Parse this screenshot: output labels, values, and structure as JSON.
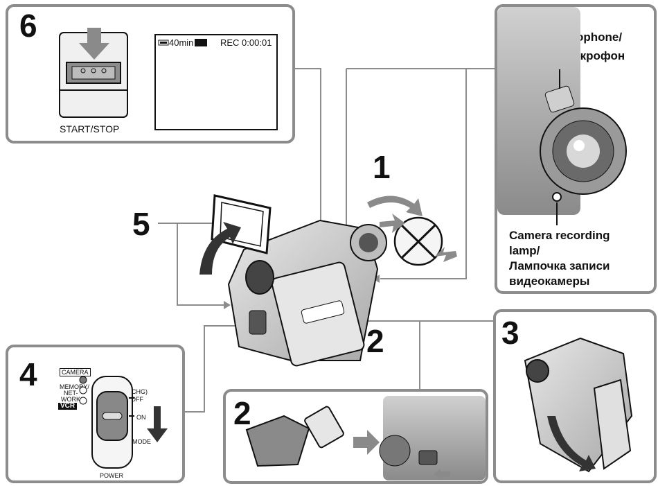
{
  "steps": {
    "s1": "1",
    "s2": "2",
    "s2b": "2",
    "s3": "3",
    "s4": "4",
    "s5": "5",
    "s6": "6"
  },
  "panel6": {
    "button_label": "START/STOP",
    "lcd_battery": "40min",
    "lcd_status": "REC 0:00:01"
  },
  "camera_labels": {
    "microphone_en": "Microphone/",
    "microphone_ru": "Микрофон",
    "lamp_line1": "Camera recording",
    "lamp_line2": "lamp/",
    "lamp_line3": "Лампочка записи",
    "lamp_line4": "видеокамеры"
  },
  "panel4": {
    "camera": "CAMERA",
    "memory": "MEMORY/",
    "network_1": "NET-",
    "network_2": "WORK",
    "vcr": "VCR",
    "chg": "(CHG)",
    "off": "OFF",
    "on": "ON",
    "mode": "MODE",
    "power": "POWER"
  },
  "colors": {
    "panel_border": "#8c8c8c",
    "arrow_fill": "#8a8a8a",
    "dark_arrow": "#333333"
  }
}
